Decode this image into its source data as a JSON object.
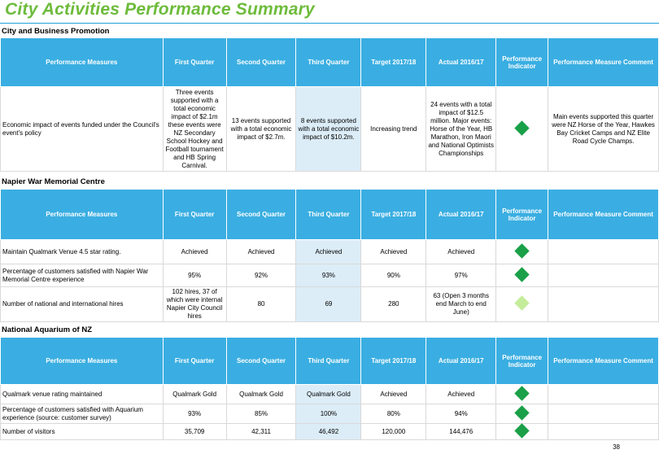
{
  "page_title": "City Activities Performance Summary",
  "page_number": "38",
  "headers": [
    "Performance Measures",
    "First Quarter",
    "Second Quarter",
    "Third Quarter",
    "Target 2017/18",
    "Actual 2016/17",
    "Performance Indicator",
    "Performance Measure Comment"
  ],
  "colors": {
    "accent": "#6dbb3b",
    "header_bg": "#3aaee2",
    "indicator_dark": "#1aa048",
    "indicator_light": "#c5ec9a"
  },
  "sections": [
    {
      "title": "City and Business Promotion",
      "rows": [
        {
          "measure": "Economic impact of events funded under the Council's event's policy",
          "q1": "Three events supported with a total economic impact of $2.1m these events were NZ Secondary School Hockey and Football tournament and HB Spring Carnival.",
          "q2": "13 events supported with a total economic impact of $2.7m.",
          "q3": "8 events supported with a total economic impact of $10.2m.",
          "target": "Increasing trend",
          "actual": "24 events with a total impact of $12.5 million. Major events: Horse of the Year, HB Marathon, Iron Maori and National Optimists Championships",
          "indicator": "green-diamond-icon",
          "comment": "Main events supported this quarter were NZ Horse of the Year, Hawkes Bay Cricket Camps and NZ Elite Road Cycle Champs."
        }
      ]
    },
    {
      "title": "Napier War Memorial Centre",
      "rows": [
        {
          "measure": "Maintain Qualmark Venue 4.5 star rating.",
          "q1": "Achieved",
          "q2": "Achieved",
          "q3": "Achieved",
          "target": "Achieved",
          "actual": "Achieved",
          "indicator": "green-diamond-icon",
          "comment": ""
        },
        {
          "measure": "Percentage of customers satisfied with Napier War Memorial Centre experience",
          "q1": "95%",
          "q2": "92%",
          "q3": "93%",
          "target": "90%",
          "actual": "97%",
          "indicator": "green-diamond-icon",
          "comment": ""
        },
        {
          "measure": "Number of national and international hires",
          "q1": "102 hires, 37 of which were internal Napier City Council hires",
          "q2": "80",
          "q3": "69",
          "target": "280",
          "actual": "63 (Open 3 months end March to end June)",
          "indicator": "light-green-diamond-icon",
          "comment": ""
        }
      ]
    },
    {
      "title": "National Aquarium of NZ",
      "rows": [
        {
          "measure": "Qualmark venue rating maintained",
          "q1": "Qualmark Gold",
          "q2": "Qualmark Gold",
          "q3": "Qualmark Gold",
          "target": "Achieved",
          "actual": "Achieved",
          "indicator": "green-diamond-icon",
          "comment": ""
        },
        {
          "measure": "Percentage of customers satisfied with Aquarium experience (source: customer survey)",
          "q1": "93%",
          "q2": "85%",
          "q3": "100%",
          "target": "80%",
          "actual": "94%",
          "indicator": "green-diamond-icon",
          "comment": ""
        },
        {
          "measure": "Number of visitors",
          "q1": "35,709",
          "q2": "42,311",
          "q3": "46,492",
          "target": "120,000",
          "actual": "144,476",
          "indicator": "green-diamond-icon",
          "comment": ""
        }
      ]
    }
  ]
}
